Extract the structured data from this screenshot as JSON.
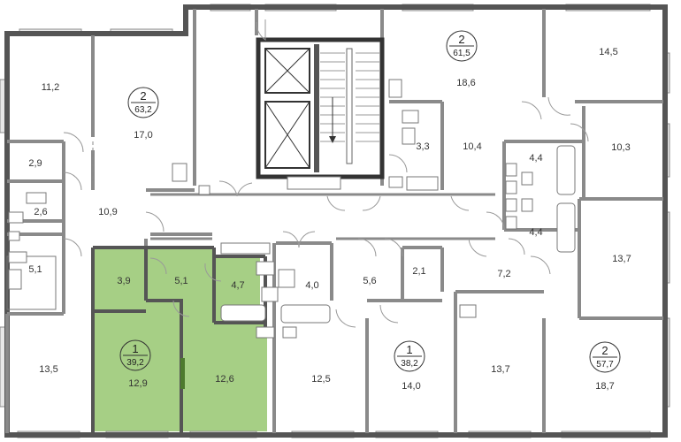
{
  "colors": {
    "wall": "#555555",
    "thin_wall": "#9a9a9a",
    "highlight": "#a6cf85",
    "highlight_wall": "#4d7a2e",
    "window": "#e7e7e7"
  },
  "rooms": [
    {
      "id": "r-11-2",
      "area": "11,2"
    },
    {
      "id": "r-17-0",
      "area": "17,0"
    },
    {
      "id": "r-2-9",
      "area": "2,9"
    },
    {
      "id": "r-2-6",
      "area": "2,6"
    },
    {
      "id": "r-10-9",
      "area": "10,9"
    },
    {
      "id": "r-5-1-left",
      "area": "5,1"
    },
    {
      "id": "r-13-5",
      "area": "13,5"
    },
    {
      "id": "r-3-9",
      "area": "3,9"
    },
    {
      "id": "r-5-1-center",
      "area": "5,1"
    },
    {
      "id": "r-4-7",
      "area": "4,7"
    },
    {
      "id": "r-12-9",
      "area": "12,9"
    },
    {
      "id": "r-12-6",
      "area": "12,6"
    },
    {
      "id": "r-4-0",
      "area": "4,0"
    },
    {
      "id": "r-5-6",
      "area": "5,6"
    },
    {
      "id": "r-2-1",
      "area": "2,1"
    },
    {
      "id": "r-12-5",
      "area": "12,5"
    },
    {
      "id": "r-14-0",
      "area": "14,0"
    },
    {
      "id": "r-18-6",
      "area": "18,6"
    },
    {
      "id": "r-3-3",
      "area": "3,3"
    },
    {
      "id": "r-10-4",
      "area": "10,4"
    },
    {
      "id": "r-14-5",
      "area": "14,5"
    },
    {
      "id": "r-10-3",
      "area": "10,3"
    },
    {
      "id": "r-4-4-top",
      "area": "4,4"
    },
    {
      "id": "r-4-4-bottom",
      "area": "4,4"
    },
    {
      "id": "r-7-2",
      "area": "7,2"
    },
    {
      "id": "r-13-7-right",
      "area": "13,7"
    },
    {
      "id": "r-13-7-bottom",
      "area": "13,7"
    },
    {
      "id": "r-18-7",
      "area": "18,7"
    }
  ],
  "apartments": [
    {
      "id": "apt-63-2",
      "rooms": "2",
      "total": "63,2"
    },
    {
      "id": "apt-61-5",
      "rooms": "2",
      "total": "61,5"
    },
    {
      "id": "apt-39-2",
      "rooms": "1",
      "total": "39,2"
    },
    {
      "id": "apt-38-2",
      "rooms": "1",
      "total": "38,2"
    },
    {
      "id": "apt-57-7",
      "rooms": "2",
      "total": "57,7"
    }
  ]
}
